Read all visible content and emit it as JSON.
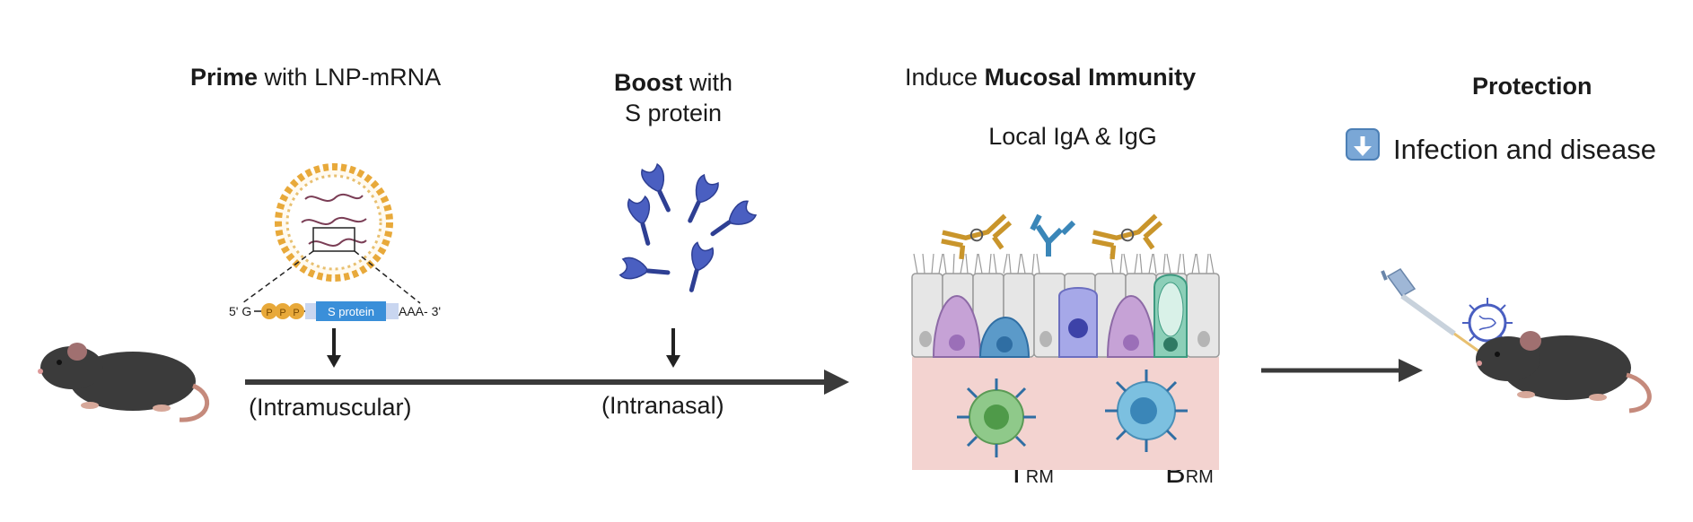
{
  "prime": {
    "bold": "Prime",
    "rest": " with LNP-mRNA"
  },
  "boost": {
    "bold": "Boost",
    "rest": " with",
    "line2": "S protein"
  },
  "induce": {
    "prefix": "Induce ",
    "bold": "Mucosal Immunity",
    "sub": "Local IgA & IgG"
  },
  "protection": {
    "title": "Protection",
    "text": "Infection and disease",
    "arrow_icon": "down-arrow-icon"
  },
  "route_im": "(Intramuscular)",
  "route_in": "(Intranasal)",
  "mrna": {
    "five_prime": "5' G",
    "cap": [
      "P",
      "P",
      "P"
    ],
    "gene": "S protein",
    "three_prime": "AAA- 3'"
  },
  "cells": {
    "t_main": "T",
    "t_sub": "RM",
    "b_main": "B",
    "b_sub": "RM"
  },
  "colors": {
    "lipid": "#e8a93a",
    "spike": "#4a5fc1",
    "iga": "#c9952b",
    "igg": "#3a86b8",
    "tissue": "#f3d3d0",
    "tcell": "#8fc98a",
    "bcell": "#7cc0e0",
    "mouse": "#3b3b3b"
  }
}
